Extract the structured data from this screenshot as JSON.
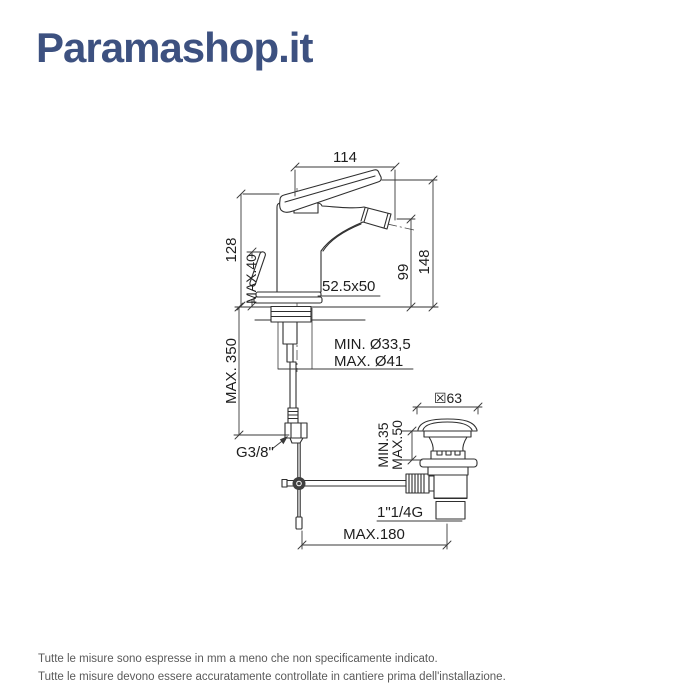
{
  "logo": {
    "text": "Paramashop.it",
    "color": "#3d5180"
  },
  "drawing": {
    "type": "bidet-mixer-technical-drawing",
    "dimensions": {
      "spout_reach": "114",
      "body_height": "128",
      "popup_rod_travel": "MAX.40",
      "total_height": "148",
      "spout_height": "99",
      "base_plate_size": "52.5x50",
      "hole_min_diameter": "MIN. Ø33,5",
      "hole_max_diameter": "MAX. Ø41",
      "hose_length": "MAX. 350",
      "supply_thread": "G3/8\"",
      "drain_cap_diameter": "☒63",
      "deck_thickness_min": "MIN.35",
      "deck_thickness_max": "MAX.50",
      "drain_thread": "1\"1/4G",
      "rod_horizontal_reach": "MAX.180"
    }
  },
  "footer": {
    "line1": "Tutte le misure sono espresse in mm a meno che non specificamente indicato.",
    "line2": "Tutte le misure devono essere accuratamente controllate in cantiere prima dell'installazione."
  }
}
